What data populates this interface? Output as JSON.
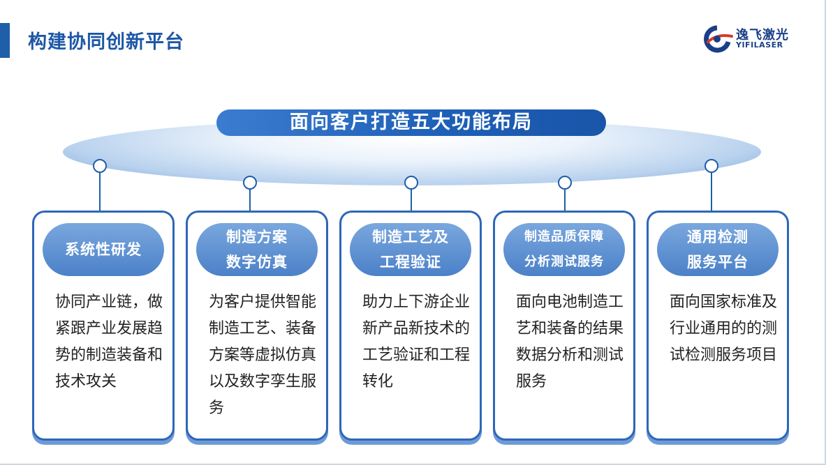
{
  "header": {
    "title": "构建协同创新平台",
    "logo_cn": "逸飞激光",
    "logo_en": "YIFILASER"
  },
  "banner": {
    "label": "面向客户打造五大功能布局"
  },
  "cards": [
    {
      "title_lines": [
        "系统性研发"
      ],
      "body": "协同产业链，做紧跟产业发展趋势的制造装备和技术攻关"
    },
    {
      "title_lines": [
        "制造方案",
        "数字仿真"
      ],
      "body": "为客户提供智能制造工艺、装备方案等虚拟仿真以及数字孪生服务"
    },
    {
      "title_lines": [
        "制造工艺及",
        "工程验证"
      ],
      "body": "助力上下游企业新产品新技术的工艺验证和工程转化"
    },
    {
      "title_lines": [
        "制造品质保障",
        "分析测试服务"
      ],
      "body": "面向电池制造工艺和装备的结果数据分析和测试服务"
    },
    {
      "title_lines": [
        "通用检测",
        "服务平台"
      ],
      "body": "面向国家标准及行业通用的的测试检测服务项目"
    }
  ],
  "colors": {
    "primary": "#1f5ea8",
    "title": "#1d57a6",
    "pill": "#4b81c8"
  }
}
